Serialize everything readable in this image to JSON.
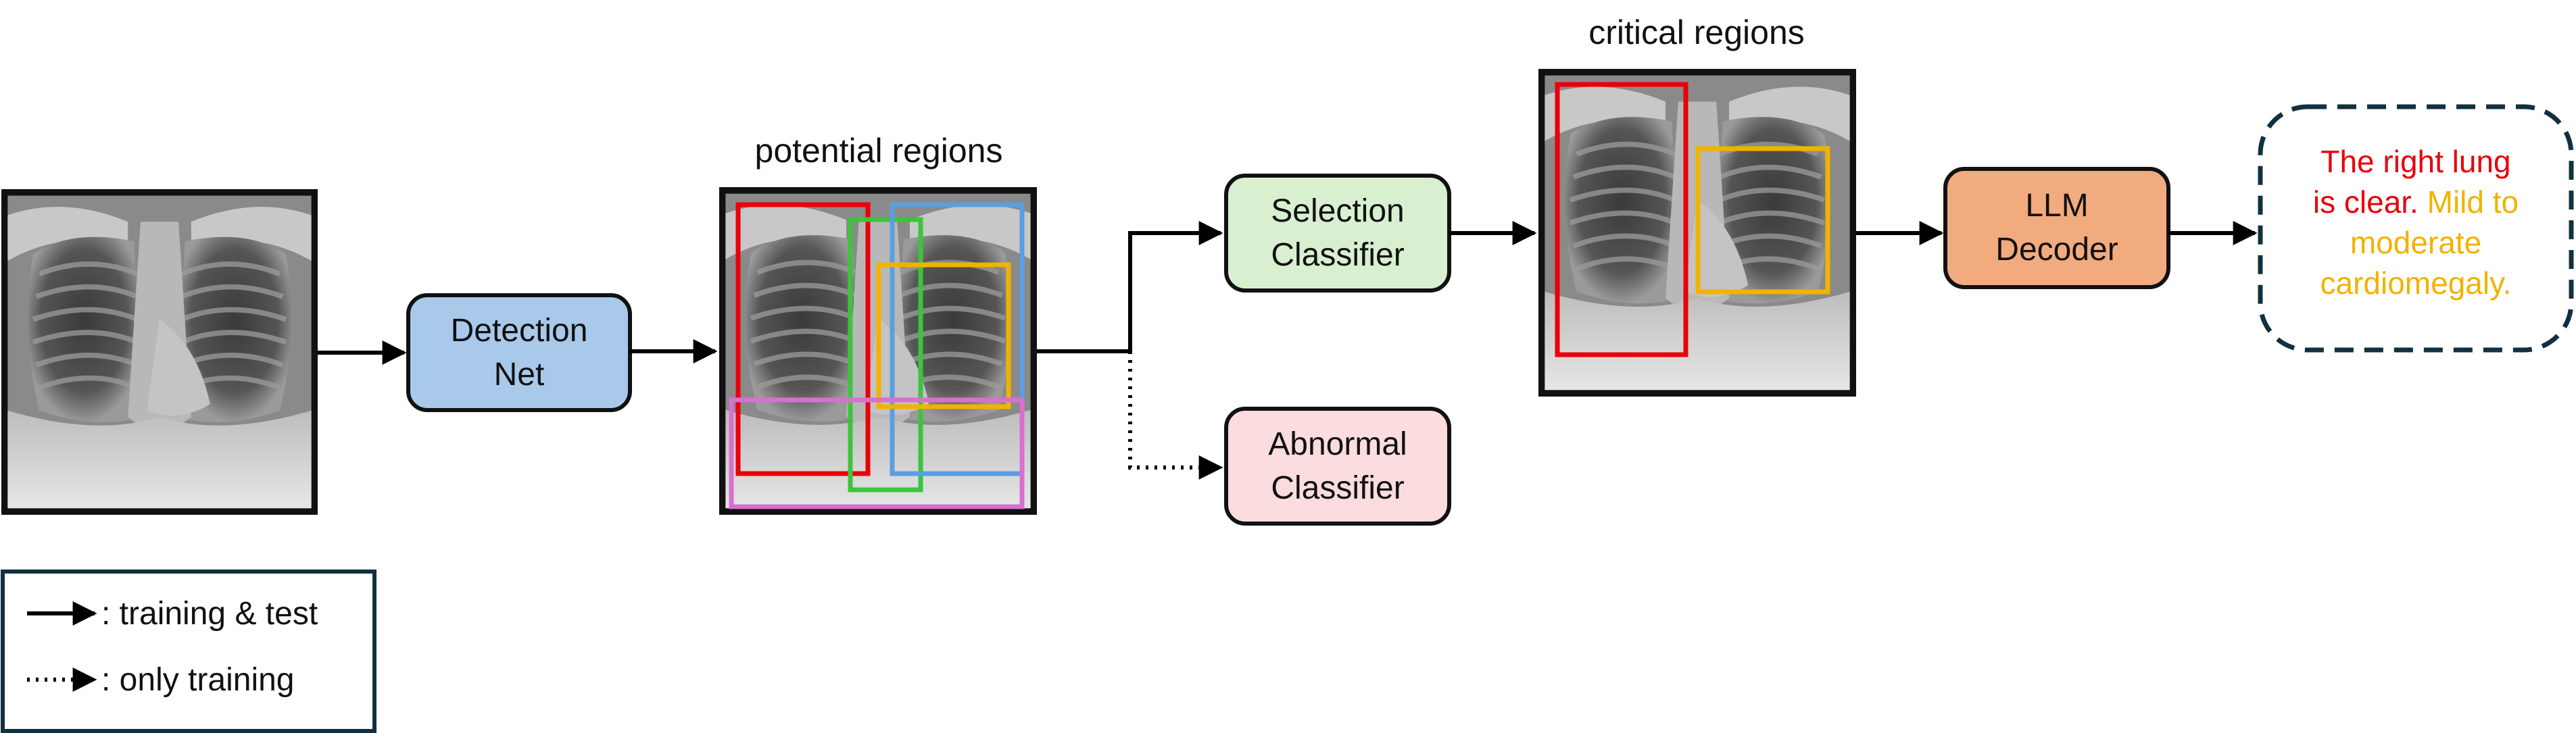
{
  "labels": {
    "potential_regions": "potential regions",
    "critical_regions": "critical regions"
  },
  "boxes": {
    "detection_net": [
      "Detection",
      "Net"
    ],
    "selection_classifier": [
      "Selection",
      "Classifier"
    ],
    "abnormal_classifier": [
      "Abnormal",
      "Classifier"
    ],
    "llm_decoder": [
      "LLM",
      "Decoder"
    ]
  },
  "output_report": {
    "lines": [
      [
        {
          "text": "The right lung",
          "color": "#e8000b"
        }
      ],
      [
        {
          "text": "is clear. ",
          "color": "#e8000b"
        },
        {
          "text": "Mild to",
          "color": "#f2b200"
        }
      ],
      [
        {
          "text": "moderate",
          "color": "#f2b200"
        }
      ],
      [
        {
          "text": "cardiomegaly.",
          "color": "#f2b200"
        }
      ]
    ]
  },
  "legend": {
    "solid": ": training & test",
    "dotted": ": only training"
  },
  "colors": {
    "detection_net_fill": "#a9c9eb",
    "selection_classifier_fill": "#d8f0d0",
    "abnormal_classifier_fill": "#fbdcdf",
    "llm_decoder_fill": "#f2aa7f",
    "region_red": "#e8000b",
    "region_green": "#3cc43c",
    "region_blue": "#5a9fe0",
    "region_yellow": "#f2b200",
    "region_pink": "#d770d0"
  }
}
